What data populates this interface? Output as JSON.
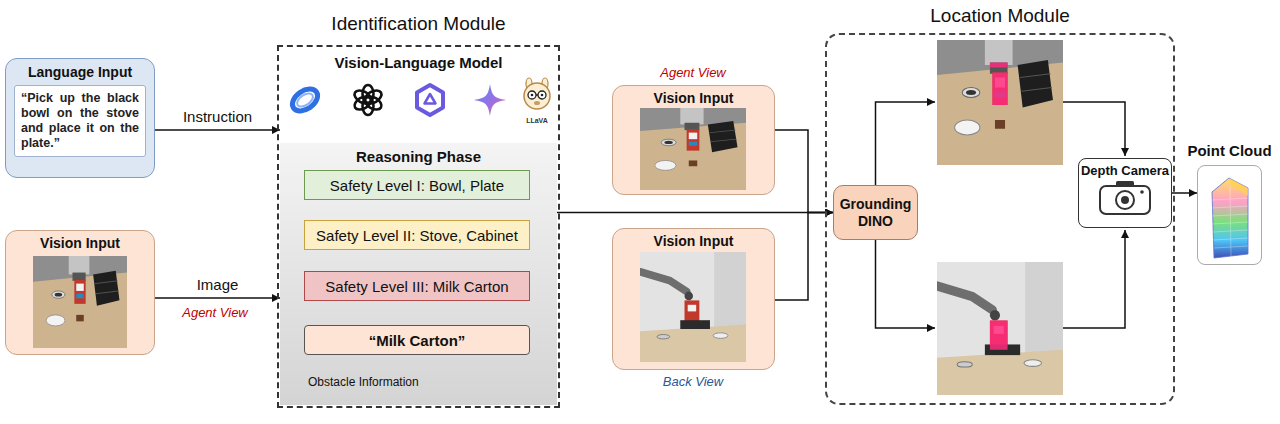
{
  "diagram": {
    "nodes": [
      {
        "text": [
          "Language Input",
          "“Pick up the black bowl on the stove and place it on the plate.”"
        ]
      },
      {
        "text": [
          "Vision Input"
        ]
      },
      {
        "text": [
          "Identification Module"
        ]
      },
      {
        "text": [
          "Vision-Language Model"
        ],
        "in": 2
      },
      {
        "text": [
          "Reasoning Phase",
          "Obstacle Information"
        ],
        "in": 2
      },
      {
        "text": [
          "Safety Level I: Bowl, Plate"
        ],
        "in": 4
      },
      {
        "text": [
          "Safety Level II: Stove, Cabinet"
        ],
        "in": 4
      },
      {
        "text": [
          "Safety Level III: Milk Carton"
        ],
        "in": 4
      },
      {
        "text": [
          "“Milk Carton”"
        ],
        "in": 4
      },
      {
        "text": [
          "Vision Input"
        ]
      },
      {
        "text": [
          "Vision Input"
        ]
      },
      {
        "text": [
          "Location Module"
        ]
      },
      {
        "text": [
          "Grounding DINO"
        ],
        "in": 11
      },
      {
        "text": [
          "Depth Camera"
        ],
        "in": 11
      },
      {
        "text": [
          "Point Cloud"
        ]
      }
    ],
    "edges": [
      {
        "from": 0,
        "to": 3,
        "label": "Instruction",
        "arrow": "to"
      },
      {
        "from": 1,
        "to": 4,
        "label": "Image",
        "arrow": "to"
      },
      {
        "from": 7,
        "to": 8,
        "arrow": "to"
      },
      {
        "from": 4,
        "to": 12,
        "arrow": "to"
      },
      {
        "from": 9,
        "to": 12,
        "arrow": "to"
      },
      {
        "from": 10,
        "to": 12,
        "arrow": "to"
      },
      {
        "from": 13,
        "to": 14,
        "arrow": "to"
      }
    ],
    "labels": [
      "LLaVA",
      "Agent View",
      "Agent View",
      "Back View"
    ]
  }
}
